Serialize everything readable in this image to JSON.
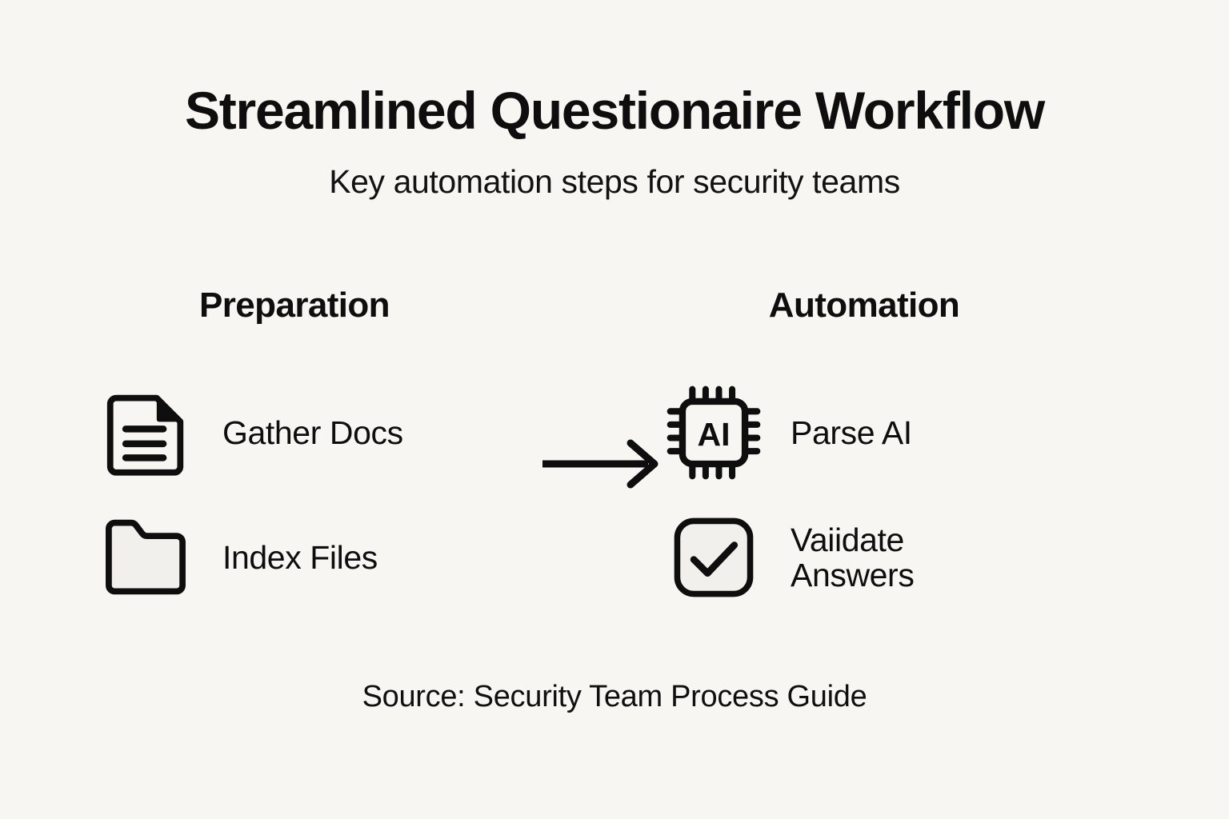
{
  "header": {
    "title": "Streamlined Questionaire Workflow",
    "subtitle": "Key automation steps for security teams"
  },
  "columns": [
    {
      "id": "preparation",
      "heading": "Preparation",
      "items": [
        {
          "icon": "document-icon",
          "label": "Gather Docs"
        },
        {
          "icon": "folder-icon",
          "label": "Index Files"
        }
      ]
    },
    {
      "id": "automation",
      "heading": "Automation",
      "items": [
        {
          "icon": "ai-chip-icon",
          "label": "Parse AI",
          "chip_text": "AI"
        },
        {
          "icon": "checkmark-square-icon",
          "label": "Vaiidate Answers"
        }
      ]
    }
  ],
  "connector": {
    "icon": "arrow-right-icon",
    "direction": "right"
  },
  "footer": {
    "source": "Source: Security Team Process Guide"
  },
  "colors": {
    "background": "#f7f6f2",
    "ink": "#0e0e0e",
    "icon_fill": "#f2f0ec",
    "icon_stroke": "#0e0e0e"
  }
}
